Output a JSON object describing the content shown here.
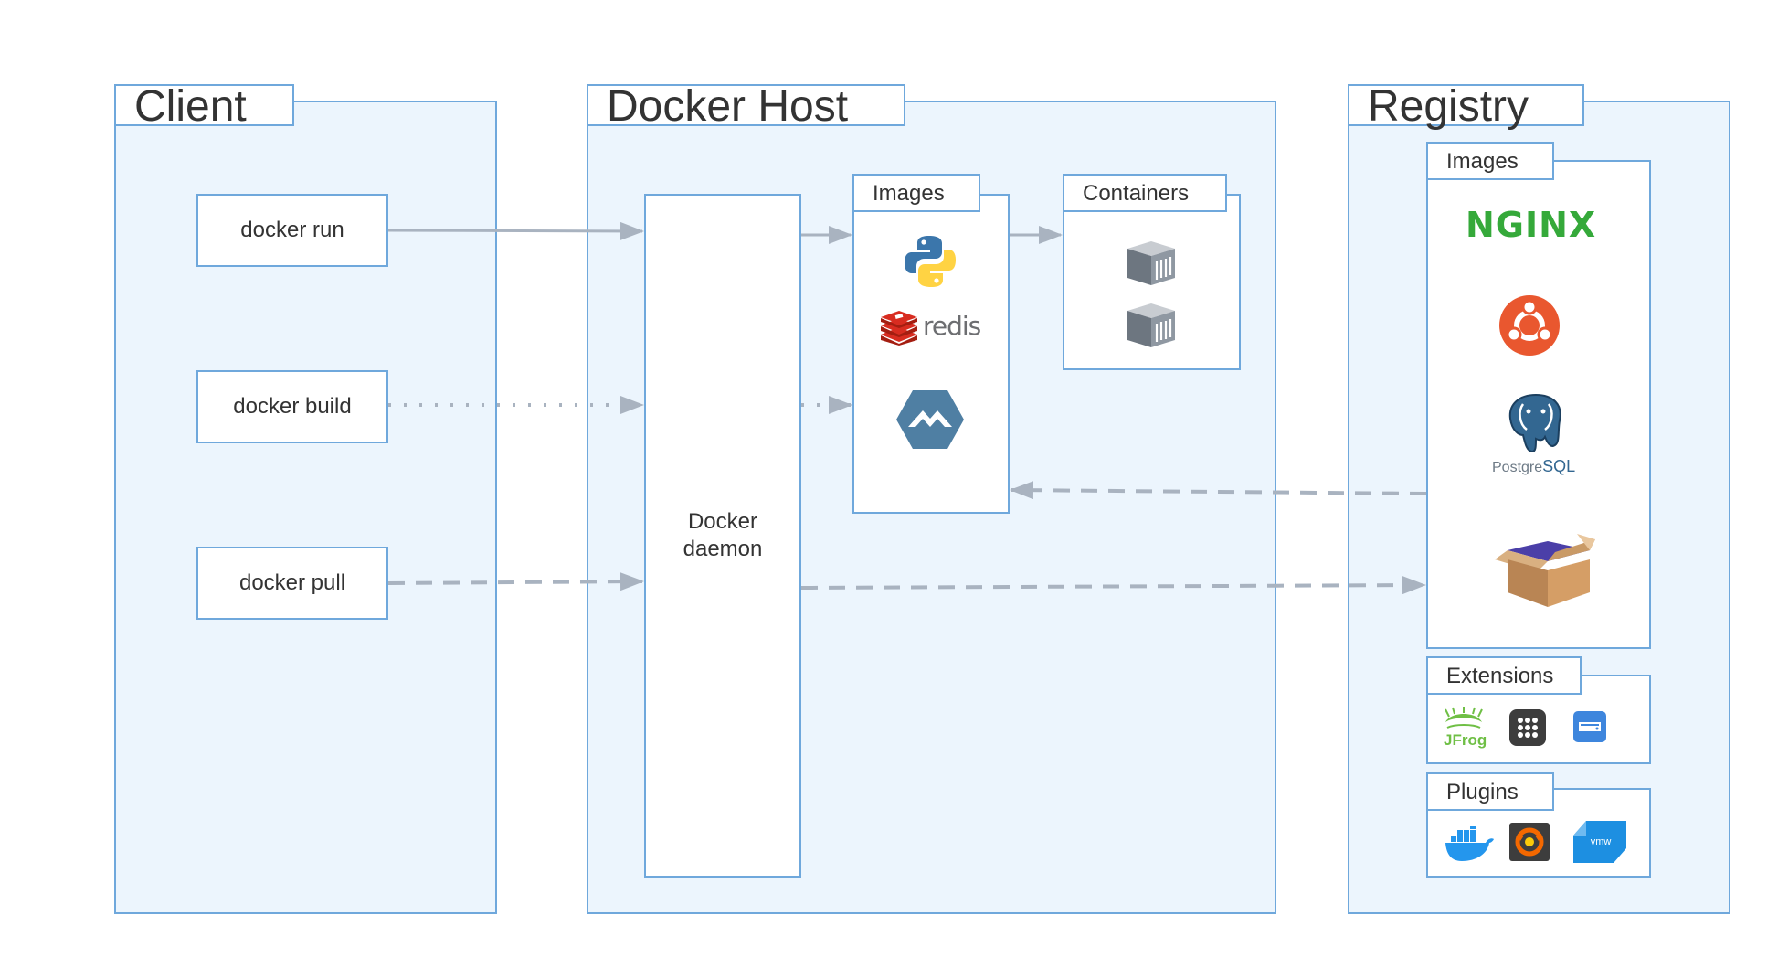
{
  "client": {
    "title": "Client",
    "commands": [
      "docker run",
      "docker build",
      "docker pull"
    ]
  },
  "host": {
    "title": "Docker Host",
    "daemon_line1": "Docker",
    "daemon_line2": "daemon",
    "images_label": "Images",
    "containers_label": "Containers",
    "redis_word": "redis"
  },
  "registry": {
    "title": "Registry",
    "images_label": "Images",
    "extensions_label": "Extensions",
    "plugins_label": "Plugins",
    "nginx_word": "NGINX",
    "postgres_word_a": "Postgre",
    "postgres_word_b": "SQL",
    "jfrog_word": "JFrog",
    "vmw_word": "vmw"
  },
  "icons": {
    "host_images": [
      "python-icon",
      "redis-icon",
      "alpine-icon"
    ],
    "host_containers": [
      "container-icon",
      "container-icon"
    ],
    "registry_images": [
      "nginx-logo",
      "ubuntu-icon",
      "postgresql-icon",
      "box-icon"
    ],
    "extensions": [
      "jfrog-icon",
      "grid-app-icon",
      "disk-icon"
    ],
    "plugins": [
      "docker-whale-icon",
      "grafana-icon",
      "vmware-icon"
    ]
  },
  "colors": {
    "panel_fill": "#ecf5fd",
    "border": "#6fa8dc",
    "arrow": "#a9b3c0",
    "nginx": "#35a93a",
    "ubuntu": "#e9572f",
    "redis": "#d82c20",
    "alpine": "#4f7fa3"
  }
}
